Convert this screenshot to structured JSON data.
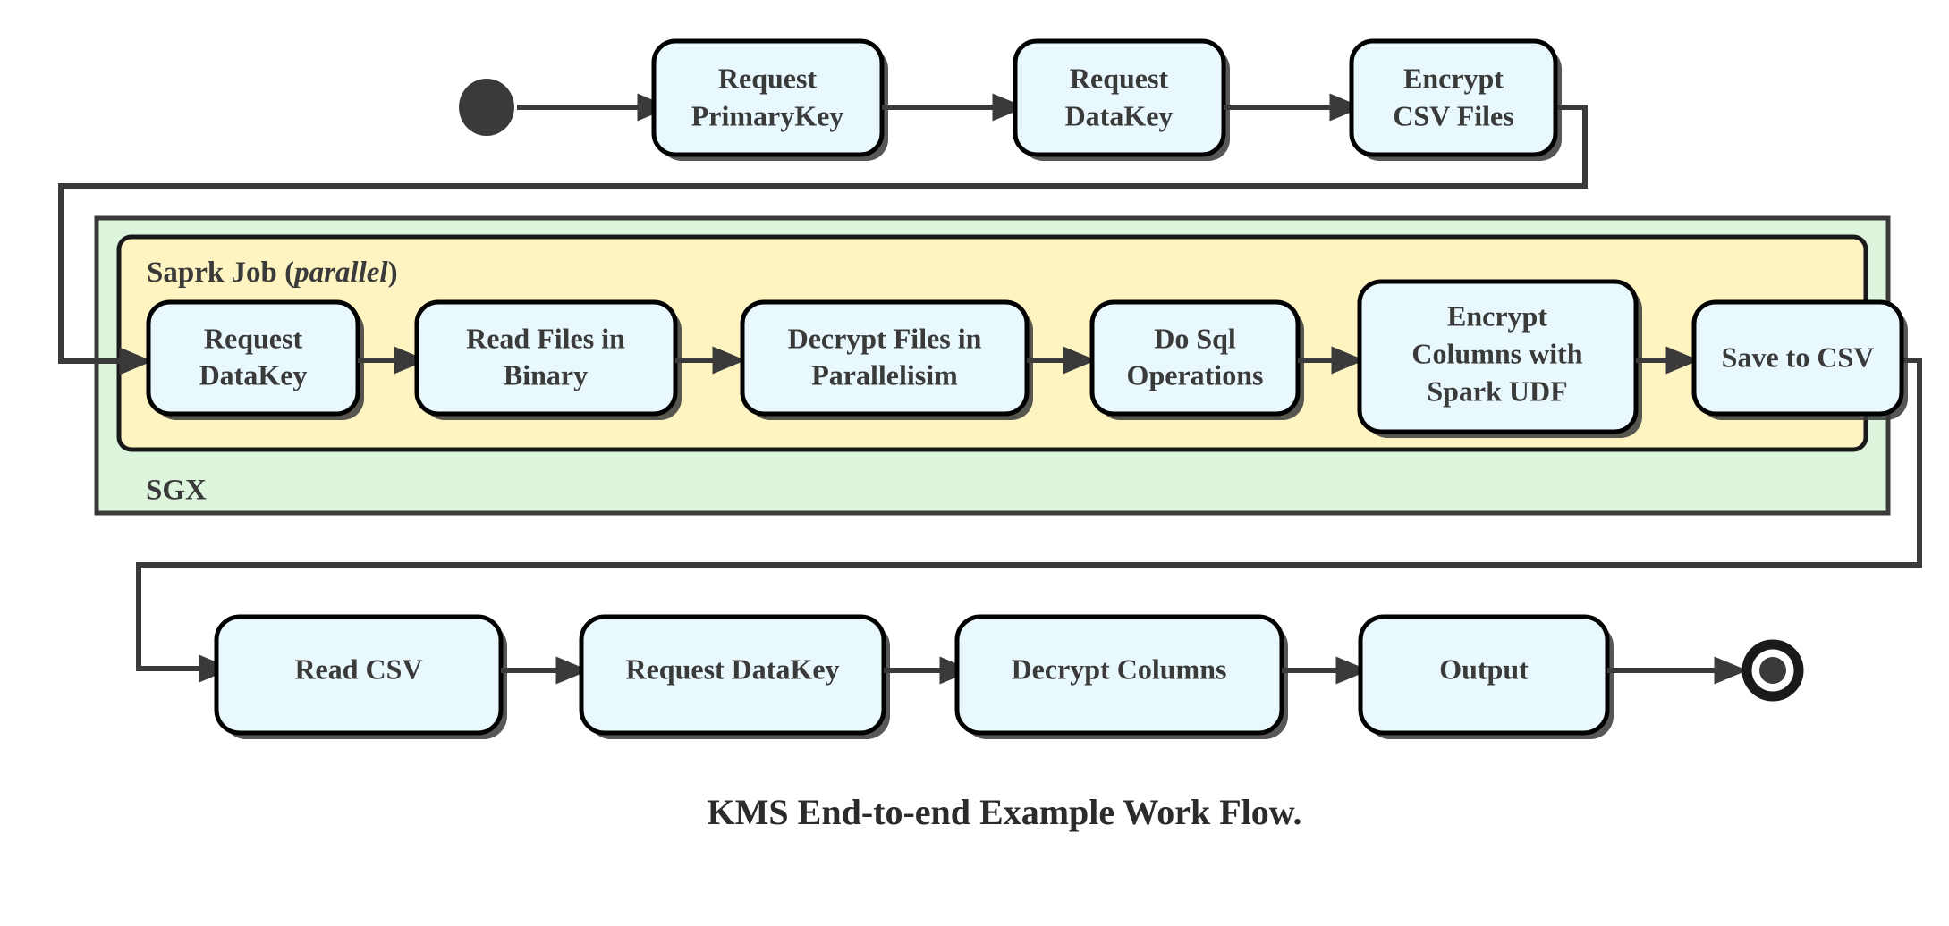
{
  "diagram": {
    "caption": "KMS End-to-end Example Work Flow.",
    "colors": {
      "node_fill": "#e8f8fc",
      "node_stroke": "#000000",
      "sgx_panel_fill": "#ddf5dd",
      "spark_panel_fill": "#fdf4c2",
      "edge": "#3a3a3a",
      "text": "#3a3a3a"
    },
    "start_node": {
      "name": "start"
    },
    "end_node": {
      "name": "end"
    },
    "panels": {
      "sgx": {
        "label": "SGX"
      },
      "spark": {
        "label_main": "Saprk Job ",
        "label_paren_open": "(",
        "label_italic": "parallel",
        "label_paren_close": ")"
      }
    },
    "rows": {
      "top": {
        "nodes": [
          {
            "id": "request-primarykey",
            "line1": "Request",
            "line2": "PrimaryKey"
          },
          {
            "id": "request-datakey-top",
            "line1": "Request",
            "line2": "DataKey"
          },
          {
            "id": "encrypt-csv-files",
            "line1": "Encrypt",
            "line2": "CSV Files"
          }
        ]
      },
      "middle": {
        "nodes": [
          {
            "id": "request-datakey-spark",
            "line1": "Request",
            "line2": "DataKey"
          },
          {
            "id": "read-files-in-binary",
            "line1": "Read Files in",
            "line2": "Binary"
          },
          {
            "id": "decrypt-files-in-parallelisim",
            "line1": "Decrypt Files in",
            "line2": "Parallelisim"
          },
          {
            "id": "do-sql-operations",
            "line1": "Do Sql",
            "line2": "Operations"
          },
          {
            "id": "encrypt-columns-with-spark-udf",
            "line1": "Encrypt",
            "line2": "Columns with",
            "line3": "Spark UDF"
          },
          {
            "id": "save-to-csv",
            "line1": "Save to CSV"
          }
        ]
      },
      "bottom": {
        "nodes": [
          {
            "id": "read-csv",
            "line1": "Read CSV"
          },
          {
            "id": "request-datakey-bottom",
            "line1": "Request DataKey"
          },
          {
            "id": "decrypt-columns",
            "line1": "Decrypt Columns"
          },
          {
            "id": "output",
            "line1": "Output"
          }
        ]
      }
    }
  }
}
